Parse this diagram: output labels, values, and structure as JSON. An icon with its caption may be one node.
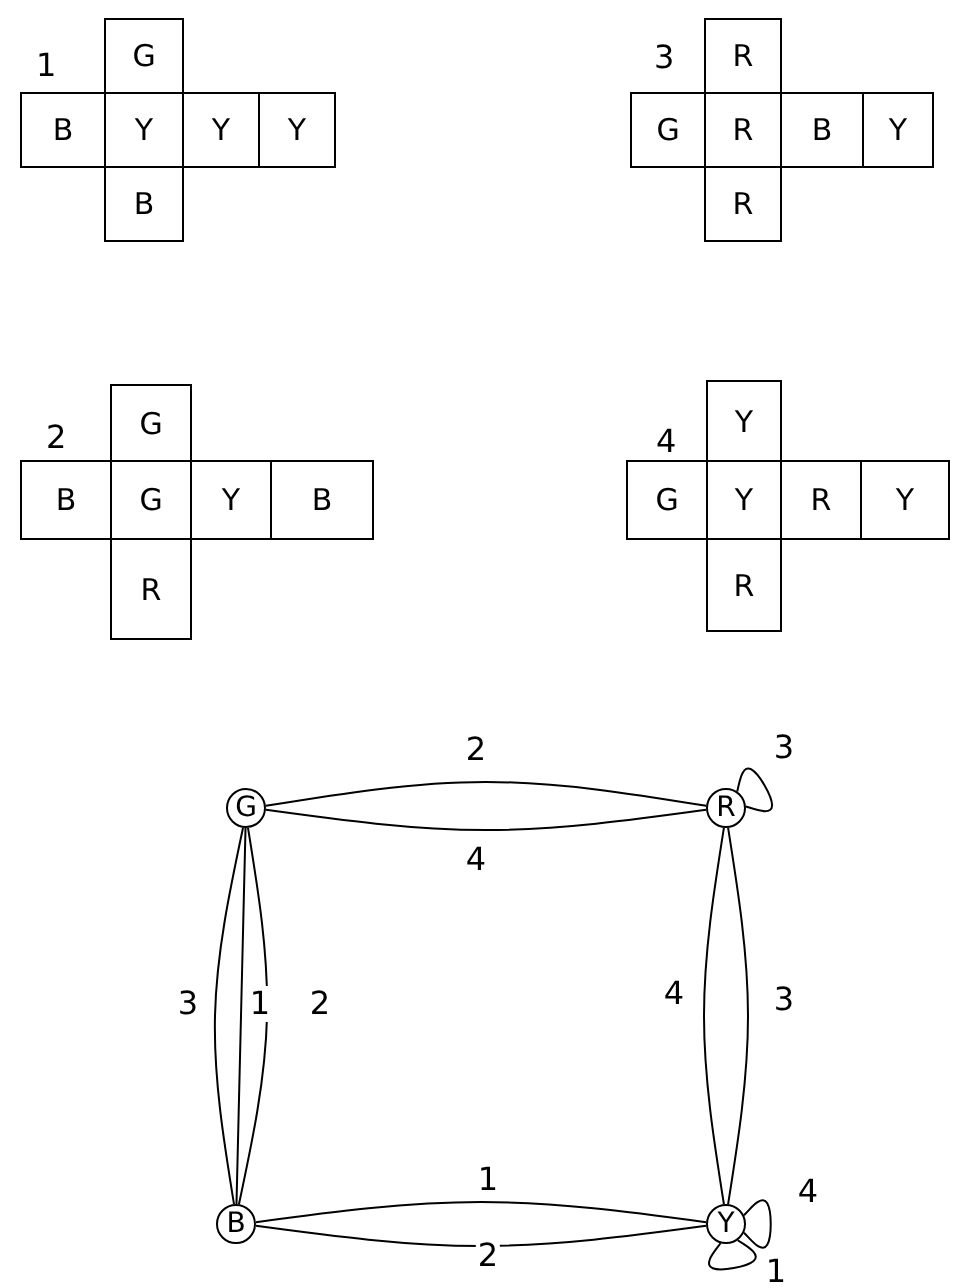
{
  "diagram": {
    "nodes": [
      {
        "text": [
          "G"
        ]
      },
      {
        "text": [
          "B"
        ]
      },
      {
        "text": [
          "Y"
        ]
      },
      {
        "text": [
          "Y"
        ]
      },
      {
        "text": [
          "Y"
        ]
      },
      {
        "text": [
          "B"
        ]
      },
      {
        "text": [
          "R"
        ]
      },
      {
        "text": [
          "G"
        ]
      },
      {
        "text": [
          "R"
        ]
      },
      {
        "text": [
          "B"
        ]
      },
      {
        "text": [
          "Y"
        ]
      },
      {
        "text": [
          "R"
        ]
      },
      {
        "text": [
          "G"
        ]
      },
      {
        "text": [
          "B"
        ]
      },
      {
        "text": [
          "G"
        ]
      },
      {
        "text": [
          "Y"
        ]
      },
      {
        "text": [
          "B"
        ]
      },
      {
        "text": [
          "R"
        ]
      },
      {
        "text": [
          "Y"
        ]
      },
      {
        "text": [
          "G"
        ]
      },
      {
        "text": [
          "Y"
        ]
      },
      {
        "text": [
          "R"
        ]
      },
      {
        "text": [
          "Y"
        ]
      },
      {
        "text": [
          "R"
        ]
      },
      {
        "text": [
          "G"
        ]
      },
      {
        "text": [
          "R"
        ]
      },
      {
        "text": [
          "B"
        ]
      },
      {
        "text": [
          "Y"
        ]
      }
    ],
    "edges": [
      {
        "from": 24,
        "to": 25,
        "arrow": "none",
        "label": "2"
      },
      {
        "from": 24,
        "to": 25,
        "arrow": "none",
        "label": "4"
      },
      {
        "from": 25,
        "to": 25,
        "arrow": "none",
        "label": "3"
      },
      {
        "from": 24,
        "to": 26,
        "arrow": "none",
        "label": "3"
      },
      {
        "from": 24,
        "to": 26,
        "arrow": "none",
        "label": "1"
      },
      {
        "from": 24,
        "to": 26,
        "arrow": "none",
        "label": "2"
      },
      {
        "from": 25,
        "to": 27,
        "arrow": "none",
        "label": "4"
      },
      {
        "from": 25,
        "to": 27,
        "arrow": "none",
        "label": "3"
      },
      {
        "from": 26,
        "to": 27,
        "arrow": "none",
        "label": "1"
      },
      {
        "from": 26,
        "to": 27,
        "arrow": "none",
        "label": "2"
      },
      {
        "from": 27,
        "to": 27,
        "arrow": "none",
        "label": "4"
      },
      {
        "from": 27,
        "to": 27,
        "arrow": "none",
        "label": "1"
      }
    ],
    "labels": [
      "1",
      "3",
      "2",
      "4"
    ]
  }
}
